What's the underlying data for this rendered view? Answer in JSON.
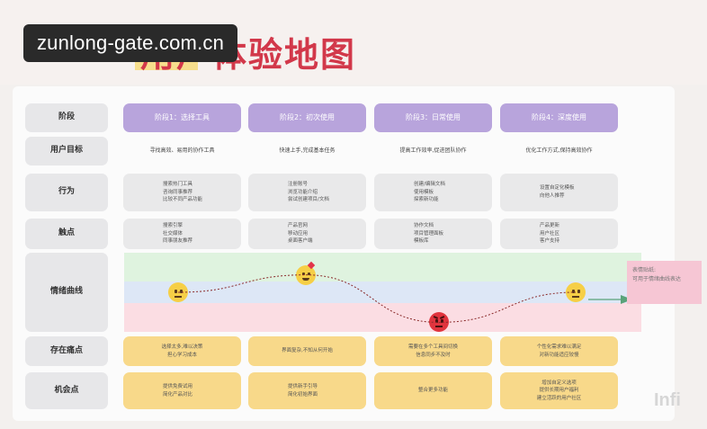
{
  "watermark": "zunlong-gate.com.cn",
  "title": "用户体验地图",
  "row_labels": [
    "阶段",
    "用户目标",
    "行为",
    "触点",
    "情绪曲线",
    "存在痛点",
    "机会点"
  ],
  "stages": [
    "阶段1：选择工具",
    "阶段2：初次使用",
    "阶段3：日常使用",
    "阶段4：深度使用"
  ],
  "goals": [
    "寻找高效、易用的协作工具",
    "快速上手,完成基本任务",
    "提高工作效率,促进团队协作",
    "优化工作方式,保持高效协作"
  ],
  "behaviors": [
    [
      "搜索热门工具",
      "咨询同事推荐",
      "比较不同产品功能"
    ],
    [
      "注册账号",
      "浏览功能介绍",
      "尝试创建项目/文档"
    ],
    [
      "创建/编辑文档",
      "使用模板",
      "探索新功能"
    ],
    [
      "设置自定化模板",
      "向他人推荐"
    ]
  ],
  "touchpoints": [
    [
      "搜索引擎",
      "社交媒体",
      "同事朋友推荐"
    ],
    [
      "产品官网",
      "移动应用",
      "桌面客户端"
    ],
    [
      "协作文档",
      "项目管理面板",
      "模板库"
    ],
    [
      "产品更新",
      "用户社区",
      "客户支持"
    ]
  ],
  "emotions": {
    "icons": [
      "neutral-face-icon",
      "love-face-icon",
      "angry-face-icon",
      "neutral-face-icon"
    ],
    "levels": [
      0.5,
      0.72,
      0.12,
      0.5
    ]
  },
  "pain_points": [
    [
      "选择太多,难以决策",
      "担心学习成本"
    ],
    [
      "界面复杂,不知从何开始"
    ],
    [
      "需要在多个工具间切换",
      "信息同步不及时"
    ],
    [
      "个性化需求难以满足",
      "对新功能适应较慢"
    ]
  ],
  "opportunities": [
    [
      "提供免费试用",
      "简化产品对比"
    ],
    [
      "提供新手引导",
      "简化初始界面"
    ],
    [
      "整合更多功能"
    ],
    [
      "增加自定义选项",
      "提供长期用户福利",
      "建立活跃的用户社区"
    ]
  ],
  "note": [
    "表情贴纸:",
    "可用于情绪曲线表达"
  ],
  "logo": "Infi",
  "colors": {
    "stage": "#b8a4dc",
    "pain": "#f8d98a",
    "title": "#d2384a",
    "curve": "#8a2b2b",
    "arrow": "#5aa37a"
  }
}
